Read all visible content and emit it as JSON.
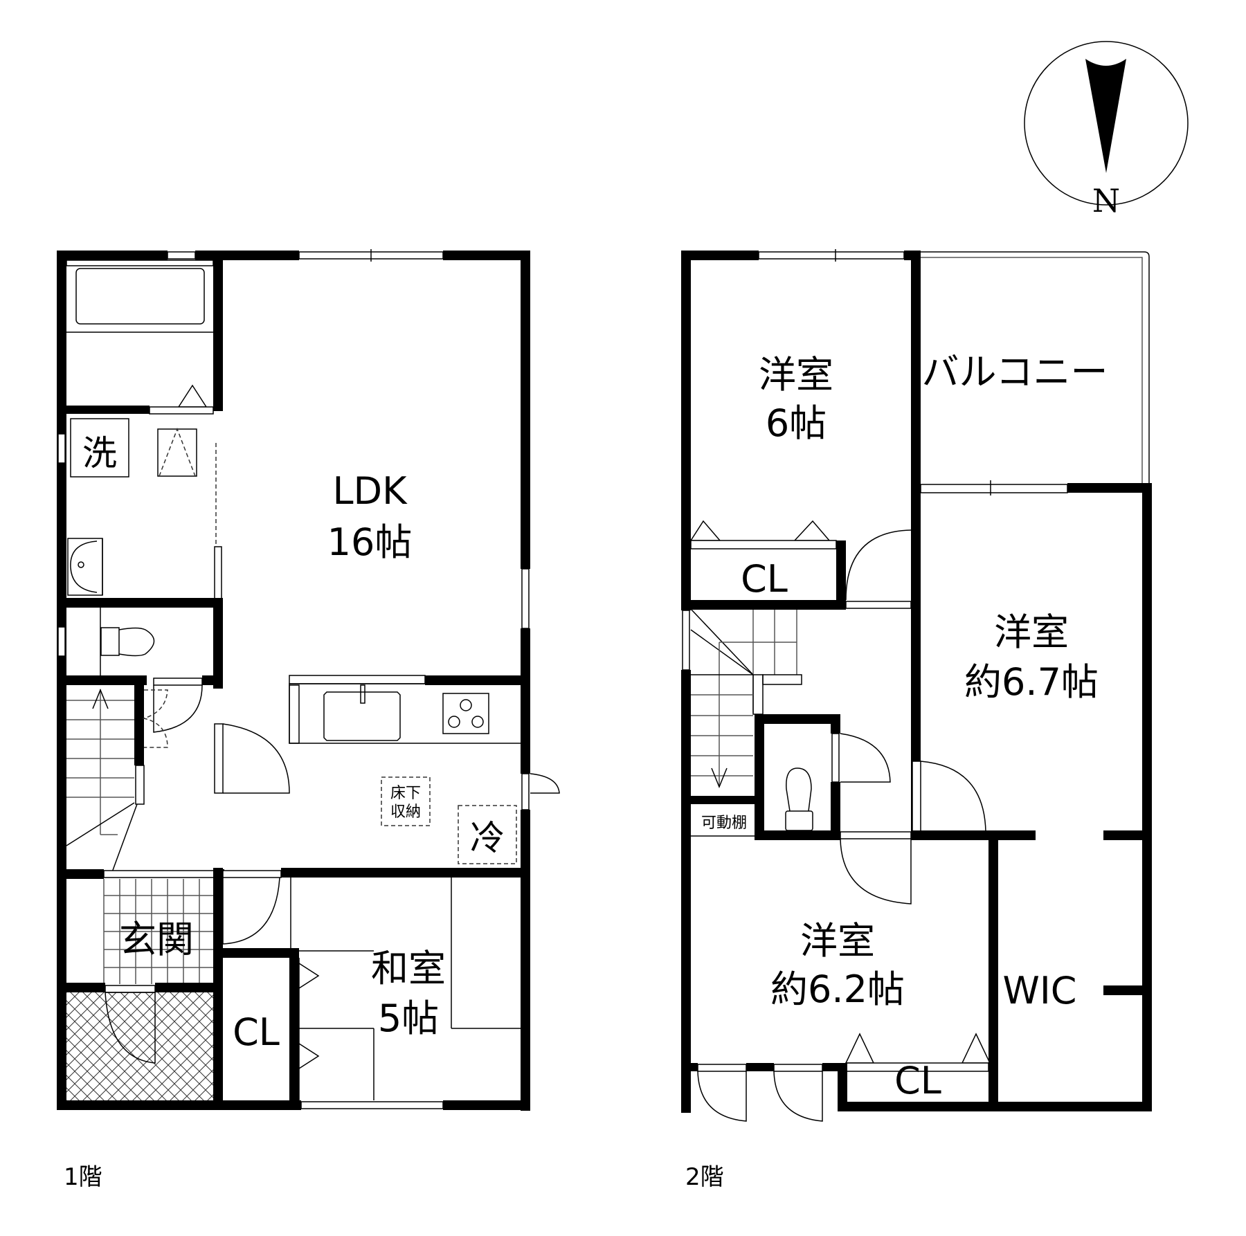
{
  "floor1": {
    "caption": "1階",
    "rooms": {
      "ldk": {
        "name": "LDK",
        "size": "16帖"
      },
      "washroom": {
        "name": "洗"
      },
      "entrance": {
        "name": "玄関"
      },
      "washitsu": {
        "name": "和室",
        "size": "5帖"
      },
      "closet": {
        "name": "CL"
      },
      "underfloor_storage": {
        "line1": "床下",
        "line2": "収納"
      },
      "fridge": {
        "name": "冷"
      }
    }
  },
  "floor2": {
    "caption": "2階",
    "rooms": {
      "western_a": {
        "name": "洋室",
        "size": "6帖"
      },
      "balcony": {
        "name": "バルコニー"
      },
      "western_b": {
        "name": "洋室",
        "size": "約6.7帖"
      },
      "western_c": {
        "name": "洋室",
        "size": "約6.2帖"
      },
      "closet_a": {
        "name": "CL"
      },
      "closet_c": {
        "name": "CL"
      },
      "wic": {
        "name": "WIC"
      },
      "movable_shelf": {
        "name": "可動棚"
      }
    }
  },
  "compass": {
    "label": "N"
  }
}
